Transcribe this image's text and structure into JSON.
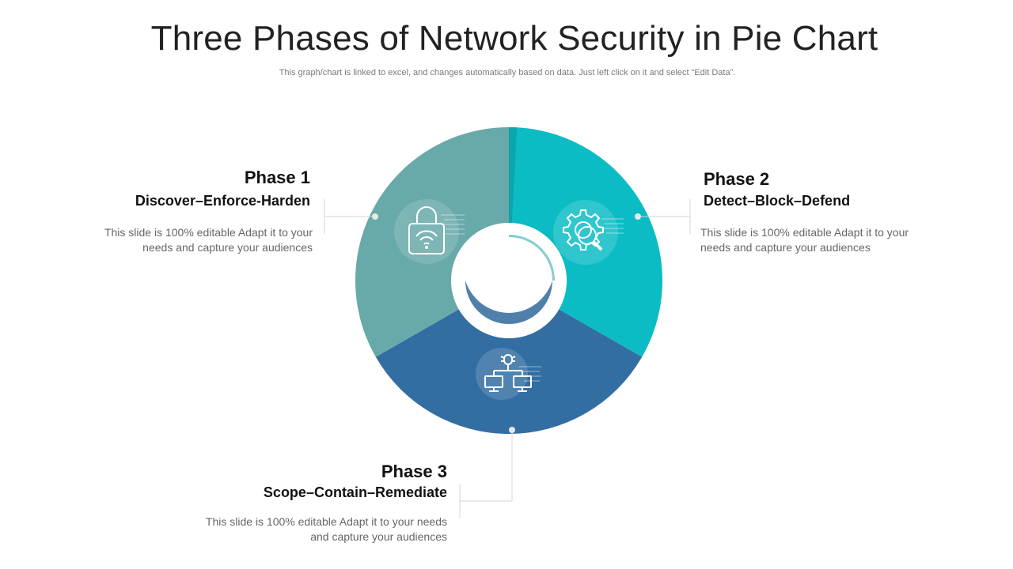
{
  "title": "Three Phases of Network Security in Pie Chart",
  "subtitle": "This graph/chart is linked to excel,  and changes automatically based on data. Just left click on it and select “Edit Data”.",
  "chart_data": {
    "type": "pie",
    "style": "donut",
    "slices": [
      {
        "label": "Phase 1",
        "value": 33.3,
        "color": "#68a9a9",
        "icon": "wifi-lock-icon"
      },
      {
        "label": "Phase 2",
        "value": 33.3,
        "color": "#0bbcc5",
        "icon": "gear-search-icon"
      },
      {
        "label": "Phase 3",
        "value": 33.4,
        "color": "#336ea3",
        "icon": "network-bug-icon"
      }
    ]
  },
  "phases": [
    {
      "title": "Phase 1",
      "subtitle": "Discover–Enforce-Harden",
      "desc1": "This slide is 100% editable Adapt it to your",
      "desc2": "needs and capture your audiences"
    },
    {
      "title": "Phase 2",
      "subtitle": "Detect–Block–Defend",
      "desc1": "This slide is 100% editable Adapt it to your",
      "desc2": "needs and capture your audiences"
    },
    {
      "title": "Phase 3",
      "subtitle": "Scope–Contain–Remediate",
      "desc1": "This slide is 100% editable Adapt it to your needs",
      "desc2": "and capture your audiences"
    }
  ]
}
